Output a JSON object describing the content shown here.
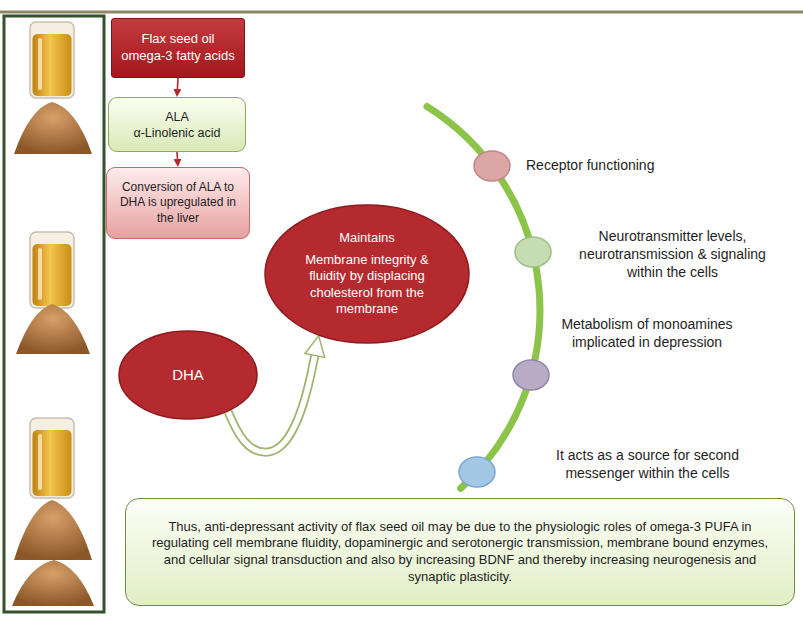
{
  "diagram": {
    "nodes": [
      {
        "text": [
          "Flax seed oil omega-3 fatty acids"
        ]
      },
      {
        "text": [
          "ALA",
          "α-Linolenic acid"
        ]
      },
      {
        "text": [
          "Conversion of ALA to DHA is upregulated in the liver"
        ]
      },
      {
        "text": [
          "DHA"
        ]
      },
      {
        "text": [
          "Maintains",
          "Membrane integrity & fluidity by displacing cholesterol from the membrane"
        ]
      },
      {
        "text": [
          "Receptor functioning"
        ]
      },
      {
        "text": [
          "Neurotransmitter levels, neurotransmission & signaling within the cells"
        ]
      },
      {
        "text": [
          "Metabolism of monoamines implicated in depression"
        ]
      },
      {
        "text": [
          "It acts as a source for second messenger within the cells"
        ]
      },
      {
        "text": [
          "Thus, anti-depressant activity of flax seed oil may be due to the physiologic roles of omega-3 PUFA in regulating cell membrane fluidity, dopaminergic and serotonergic transmission, membrane bound enzymes, and cellular signal transduction and also by increasing BDNF and thereby increasing neurogenesis and synaptic plasticity."
        ]
      }
    ],
    "edges": [
      {
        "from": 0,
        "to": 1,
        "arrow": "to"
      },
      {
        "from": 1,
        "to": 2,
        "arrow": "to"
      },
      {
        "from": 3,
        "to": 4,
        "arrow": "to"
      }
    ]
  }
}
